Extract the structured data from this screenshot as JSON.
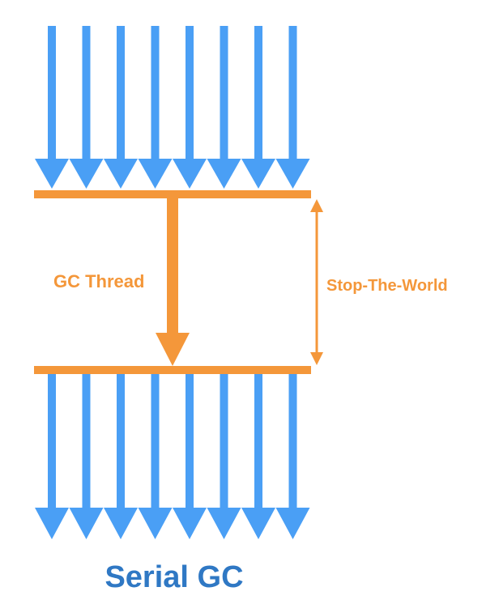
{
  "colors": {
    "app_thread": "#4a9ff5",
    "gc": "#f4973a",
    "title": "#2f78c4",
    "background": "#ffffff"
  },
  "labels": {
    "gc_thread": "GC Thread",
    "stop_the_world": "Stop-The-World",
    "title": "Serial GC"
  },
  "top_thread_count": 8,
  "bottom_thread_count": 8
}
